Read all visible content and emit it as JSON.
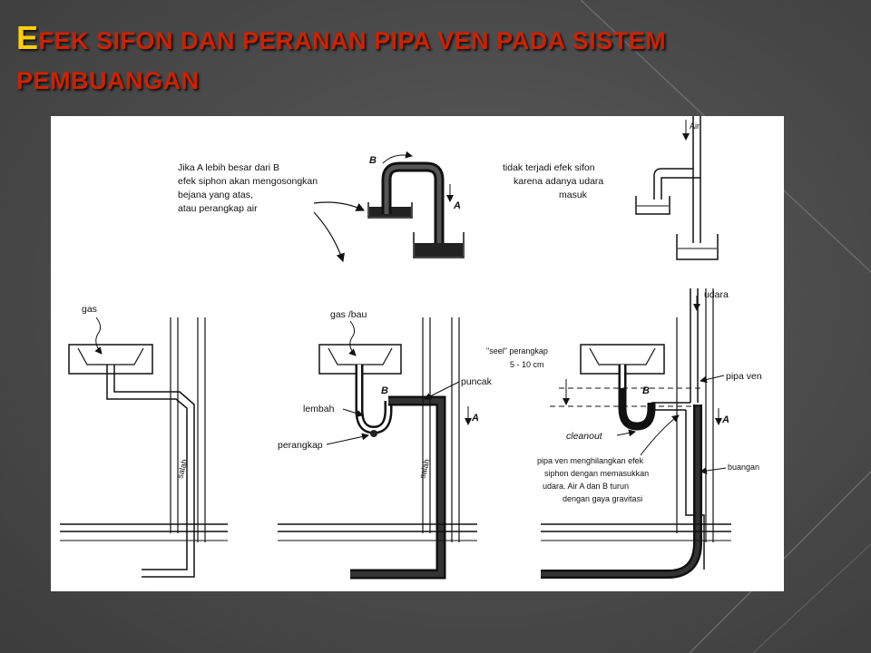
{
  "slide": {
    "title_first_letter": "E",
    "title_rest": "FEK SIFON DAN PERANAN PIPA VEN PADA SISTEM PEMBUANGAN"
  },
  "figure": {
    "top_left_note": [
      "Jika A lebih besar dari B",
      "efek siphon akan mengosongkan",
      "bejana yang atas,",
      "atau perangkap air"
    ],
    "top_right_note": [
      "tidak terjadi efek sifon",
      "karena adanya udara",
      "masuk"
    ],
    "mid_note": [
      "pipa ven menghilangkan efek",
      "siphon dengan memasukkan",
      "udara. Air A dan B turun",
      "dengan gaya gravitasi"
    ],
    "seal_note": [
      "\"seel\" perangkap",
      "5 - 10 cm"
    ],
    "labels": {
      "air": "Air",
      "a": "A",
      "b": "B",
      "gas": "gas",
      "gas_bau": "gas /bau",
      "salah": "salah",
      "puncak": "puncak",
      "lembah": "lembah",
      "perangkap": "perangkap",
      "cleanout": "cleanout",
      "udara": "udara",
      "pipa_ven": "pipa ven",
      "buangan": "buangan"
    }
  },
  "colors": {
    "title_red": "#cc2200",
    "title_yellow": "#ffd000",
    "background": "#4a4a4a"
  }
}
